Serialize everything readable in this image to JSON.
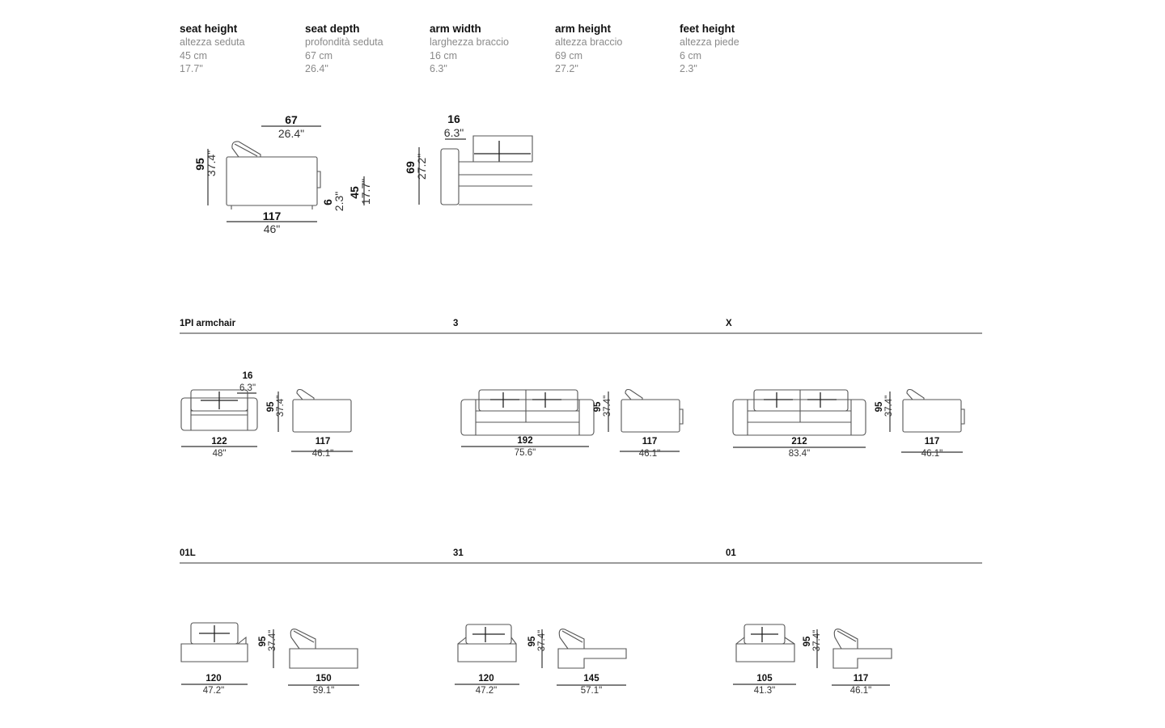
{
  "specs": [
    {
      "title": "seat height",
      "it": "altezza seduta",
      "cm": "45 cm",
      "inch": "17.7\""
    },
    {
      "title": "seat depth",
      "it": "profondità seduta",
      "cm": "67 cm",
      "inch": "26.4\""
    },
    {
      "title": "arm width",
      "it": "larghezza braccio",
      "cm": "16 cm",
      "inch": "6.3\""
    },
    {
      "title": "arm height",
      "it": "altezza braccio",
      "cm": "69 cm",
      "inch": "27.2\""
    },
    {
      "title": "feet height",
      "it": "altezza piede",
      "cm": "6 cm",
      "inch": "2.3\""
    }
  ],
  "detail": {
    "depth_cm": "67",
    "depth_in": "26.4\"",
    "height_cm": "95",
    "height_in": "37.4\"",
    "length_cm": "117",
    "length_in": "46\"",
    "feet_cm": "6",
    "feet_in": "2.3\"",
    "seat_cm": "45",
    "seat_in": "17.7\"",
    "arm_w_cm": "16",
    "arm_w_in": "6.3\"",
    "arm_h_cm": "69",
    "arm_h_in": "27.2\""
  },
  "models": {
    "pl": {
      "title": "1PI armchair",
      "arm_cm": "16",
      "arm_in": "6.3\"",
      "front_w_cm": "122",
      "front_w_in": "48\"",
      "h_cm": "95",
      "h_in": "37.4\"",
      "side_cm": "117",
      "side_in": "46.1\""
    },
    "m3": {
      "title": "3",
      "front_w_cm": "192",
      "front_w_in": "75.6\"",
      "h_cm": "95",
      "h_in": "37.4\"",
      "side_cm": "117",
      "side_in": "46.1\""
    },
    "mx": {
      "title": "X",
      "front_w_cm": "212",
      "front_w_in": "83.4\"",
      "h_cm": "95",
      "h_in": "37.4\"",
      "side_cm": "117",
      "side_in": "46.1\""
    },
    "m01l": {
      "title": "01L",
      "front_w_cm": "120",
      "front_w_in": "47.2\"",
      "h_cm": "95",
      "h_in": "37.4\"",
      "side_cm": "150",
      "side_in": "59.1\""
    },
    "m31": {
      "title": "31",
      "front_w_cm": "120",
      "front_w_in": "47.2\"",
      "h_cm": "95",
      "h_in": "37.4\"",
      "side_cm": "145",
      "side_in": "57.1\""
    },
    "m01": {
      "title": "01",
      "front_w_cm": "105",
      "front_w_in": "41.3\"",
      "h_cm": "95",
      "h_in": "37.4\"",
      "side_cm": "117",
      "side_in": "46.1\""
    }
  }
}
